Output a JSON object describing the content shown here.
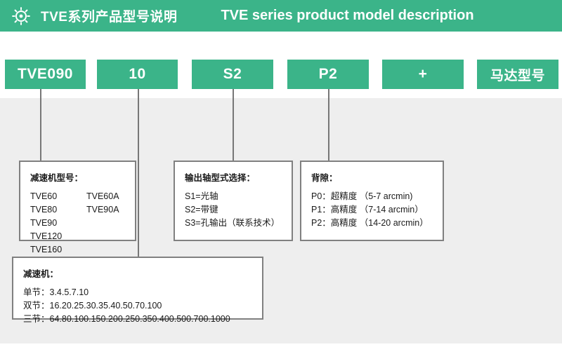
{
  "header": {
    "icon": "gear-icon",
    "title_cn": "TVE系列产品型号说明",
    "title_en": "TVE series product model description",
    "background_color": "#3bb489",
    "text_color": "#ffffff"
  },
  "model_code": {
    "segments": [
      {
        "label": "TVE090",
        "cjk": false
      },
      {
        "label": "10",
        "cjk": false
      },
      {
        "label": "S2",
        "cjk": false
      },
      {
        "label": "P2",
        "cjk": false
      },
      {
        "label": "+",
        "cjk": false
      },
      {
        "label": "马达型号",
        "cjk": true
      }
    ],
    "box_color": "#3bb489"
  },
  "callouts": {
    "gearbox_model": {
      "title": "减速机型号：",
      "column_left": [
        "TVE60",
        "TVE80",
        "TVE90",
        "TVE120",
        "TVE160"
      ],
      "column_right": [
        "TVE60A",
        "TVE90A",
        "",
        "",
        ""
      ]
    },
    "output_shaft": {
      "title": "输出轴型式选择：",
      "lines": [
        "S1=光轴",
        "S2=带键",
        "S3=孔输出（联系技术）"
      ]
    },
    "backlash": {
      "title": "背隙：",
      "lines": [
        "P0：超精度 （5-7 arcmin)",
        "P1：高精度 （7-14 arcmin）",
        "P2：高精度 （14-20 arcmin）"
      ]
    },
    "ratio": {
      "title": "减速机：",
      "lines": [
        "单节：3.4.5.7.10",
        "双节：16.20.25.30.35.40.50.70.100",
        "三节：64.80.100.150.200.250.350.400.500.700.1000"
      ]
    }
  }
}
